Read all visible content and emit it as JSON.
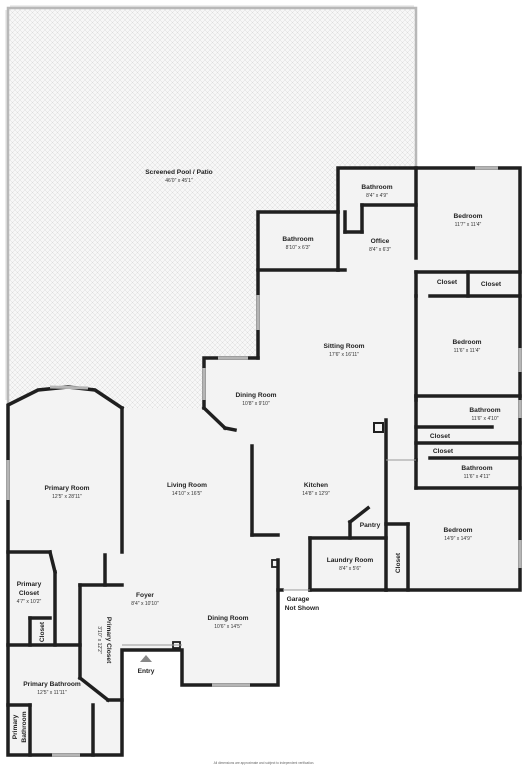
{
  "rooms": {
    "screened_pool": {
      "label": "Screened Pool / Patio",
      "dim": "46'0\" x 45'1\""
    },
    "bathroom_top": {
      "label": "Bathroom",
      "dim": "8'4\" x 4'9\""
    },
    "bedroom_top": {
      "label": "Bedroom",
      "dim": "11'7\" x 11'4\""
    },
    "bathroom_left": {
      "label": "Bathroom",
      "dim": "8'10\" x 6'3\""
    },
    "office": {
      "label": "Office",
      "dim": "8'4\" x 6'3\""
    },
    "closet_a": {
      "label": "Closet"
    },
    "closet_b": {
      "label": "Closet"
    },
    "sitting_room": {
      "label": "Sitting Room",
      "dim": "17'6\" x 16'11\""
    },
    "bedroom_mid": {
      "label": "Bedroom",
      "dim": "11'6\" x 11'4\""
    },
    "dining_room_top": {
      "label": "Dining Room",
      "dim": "10'8\" x 9'10\""
    },
    "bathroom_mid": {
      "label": "Bathroom",
      "dim": "11'6\" x 4'10\""
    },
    "closet_c": {
      "label": "Closet"
    },
    "closet_d": {
      "label": "Closet"
    },
    "bathroom_low": {
      "label": "Bathroom",
      "dim": "11'6\" x 4'11\""
    },
    "primary_room": {
      "label": "Primary Room",
      "dim": "12'5\" x 28'11\""
    },
    "living_room": {
      "label": "Living Room",
      "dim": "14'10\" x 16'5\""
    },
    "kitchen": {
      "label": "Kitchen",
      "dim": "14'8\" x 12'9\""
    },
    "pantry": {
      "label": "Pantry"
    },
    "bedroom_low": {
      "label": "Bedroom",
      "dim": "14'9\" x 14'9\""
    },
    "laundry_room": {
      "label": "Laundry Room",
      "dim": "8'4\" x 5'6\""
    },
    "closet_e": {
      "label": "Closet"
    },
    "primary_closet_left": {
      "label_1": "Primary",
      "label_2": "Closet",
      "dim": "4'7\" x 10'2\""
    },
    "foyer": {
      "label": "Foyer",
      "dim": "8'4\" x 10'10\""
    },
    "primary_closet_mid": {
      "label": "Primary Closet",
      "dim": "3'10\" x 12'2\""
    },
    "closet_f": {
      "label": "Closet"
    },
    "dining_room_low": {
      "label": "Dining Room",
      "dim": "10'6\" x 14'5\""
    },
    "primary_bathroom": {
      "label": "Primary Bathroom",
      "dim": "12'5\" x 11'11\""
    },
    "primary_bathroom_small": {
      "label_1": "Primary",
      "label_2": "Bathroom"
    }
  },
  "garage": {
    "line_1": "Garage",
    "line_2": "Not Shown"
  },
  "entry": {
    "label": "Entry"
  },
  "disclaimer": "All dimensions are approximate and subject to independent verification."
}
